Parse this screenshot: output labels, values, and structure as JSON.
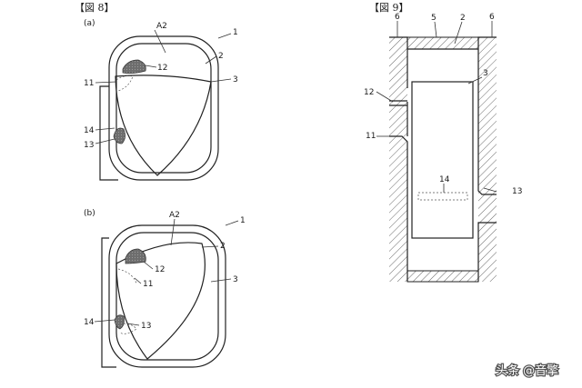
{
  "fig8": {
    "title": "【図 8】",
    "a": {
      "panel": "(a)",
      "labels": {
        "A2": "A2",
        "n1": "1",
        "n2": "2",
        "n3": "3",
        "n11": "11",
        "n12": "12",
        "n13": "13",
        "n14": "14"
      }
    },
    "b": {
      "panel": "(b)",
      "labels": {
        "A2": "A2",
        "n1": "1",
        "n2": "2",
        "n3": "3",
        "n11": "11",
        "n12": "12",
        "n13": "13",
        "n14": "14"
      }
    }
  },
  "fig9": {
    "title": "【図 9】",
    "labels": {
      "n6a": "6",
      "n5": "5",
      "n2": "2",
      "n6b": "6",
      "n3": "3",
      "n12": "12",
      "n11": "11",
      "n14": "14",
      "n13": "13"
    }
  },
  "watermark": {
    "text": "头条 @音擎"
  }
}
